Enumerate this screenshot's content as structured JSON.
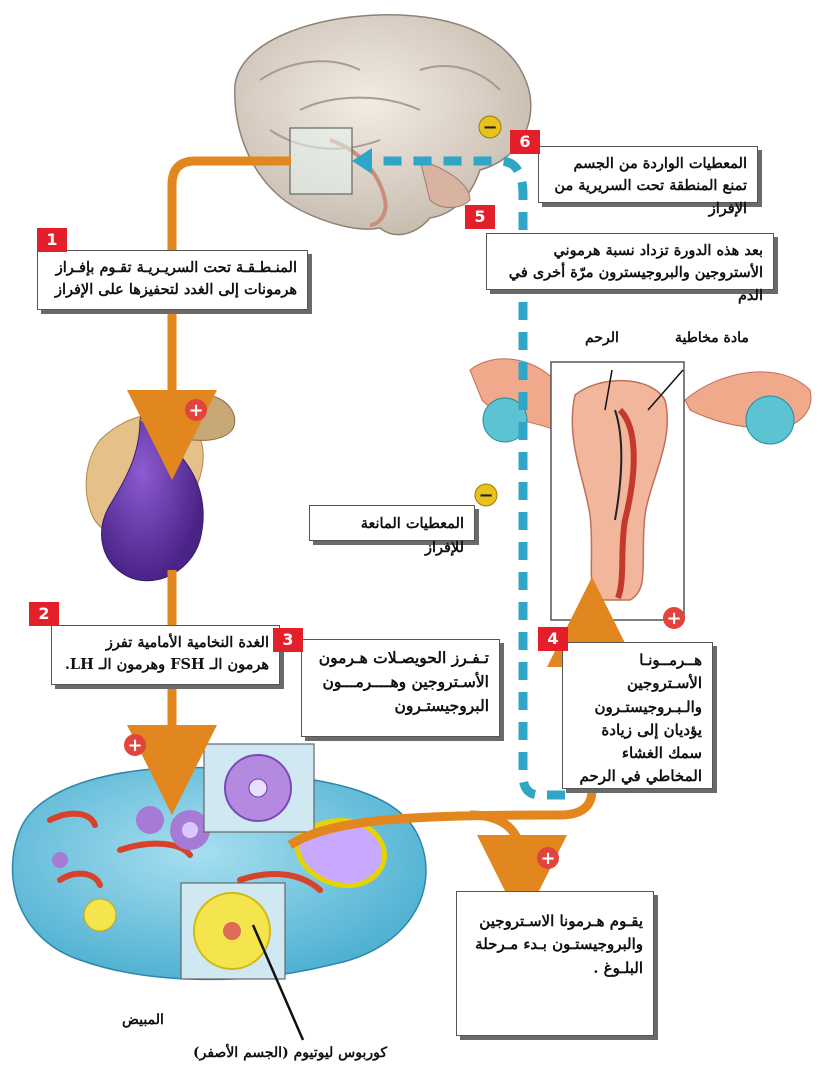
{
  "steps": [
    {
      "number": "1",
      "text": "المنـطـقـة تحت السريـريـة تقـوم بإفـراز هرمونات إلى الغدد لتحفيزها على الإفراز"
    },
    {
      "number": "2",
      "text": "الغدة النخامية الأمامية تفرز هرمون الـ FSH وهرمون الـ LH."
    },
    {
      "number": "3",
      "text": "تـفـرز الحويصـلات هـرمون الأسـتروجين وهــــرمـــون البروجيستـرون"
    },
    {
      "number": "4",
      "text": "هــرمــونـا الأسـتروجين والـبـروجيستـرون يؤديان إلى زيادة سمك الغشاء المخاطي في الرحم"
    },
    {
      "number": "5",
      "text": "بعد هذه الدورة تزداد نسبة هرموني الأستروجين والبروجيسترون مرّة أخرى في الدم"
    },
    {
      "number": "6",
      "text": "المعطيات الواردة من الجسم تمنع المنطقة تحت السريرية من الإفراز"
    }
  ],
  "inhibitory_feedback": "المعطيات المانعة للإفراز",
  "puberty_note": "يقـوم هـرمونا الاسـتروجين والبروجيستـون بـدء مـرحلة البلـوغ .",
  "labels": {
    "uterus": "الرحم",
    "mucous_membrane": "مادة مخاطية",
    "ovary": "المبيض",
    "corpus_luteum": "كوربوس ليوتيوم (الجسم الأصفر)"
  },
  "symbols": {
    "plus": "+",
    "minus": "−"
  },
  "colors": {
    "badge": "#e3202a",
    "positive_arrow": "#e2871f",
    "feedback_dashed": "#2fa6c6",
    "sign": "#e0443c",
    "minus_sign": "#e8c21a"
  }
}
